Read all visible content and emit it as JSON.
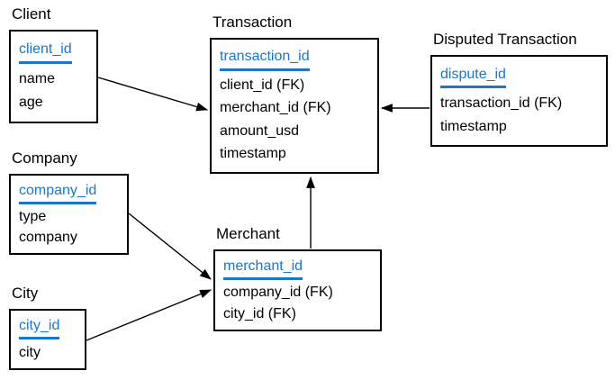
{
  "entities": [
    {
      "name": "Client",
      "pk": "client_id",
      "fields": [
        "name",
        "age"
      ]
    },
    {
      "name": "Transaction",
      "pk": "transaction_id",
      "fields": [
        "client_id (FK)",
        "merchant_id (FK)",
        "amount_usd",
        "timestamp"
      ]
    },
    {
      "name": "Disputed Transaction",
      "pk": "dispute_id",
      "fields": [
        "transaction_id (FK)",
        "timestamp"
      ]
    },
    {
      "name": "Company",
      "pk": "company_id",
      "fields": [
        "type",
        "company"
      ]
    },
    {
      "name": "Merchant",
      "pk": "merchant_id",
      "fields": [
        "company_id (FK)",
        "city_id (FK)"
      ]
    },
    {
      "name": "City",
      "pk": "city_id",
      "fields": [
        "city"
      ]
    }
  ],
  "relationships": [
    {
      "from": "Client",
      "to": "Transaction"
    },
    {
      "from": "Disputed Transaction",
      "to": "Transaction"
    },
    {
      "from": "Merchant",
      "to": "Transaction"
    },
    {
      "from": "Company",
      "to": "Merchant"
    },
    {
      "from": "City",
      "to": "Merchant"
    }
  ],
  "colors": {
    "primary_key": "#1b76c8",
    "box_border": "#000000",
    "text": "#000000",
    "background": "#ffffff",
    "arrow": "#000000"
  }
}
